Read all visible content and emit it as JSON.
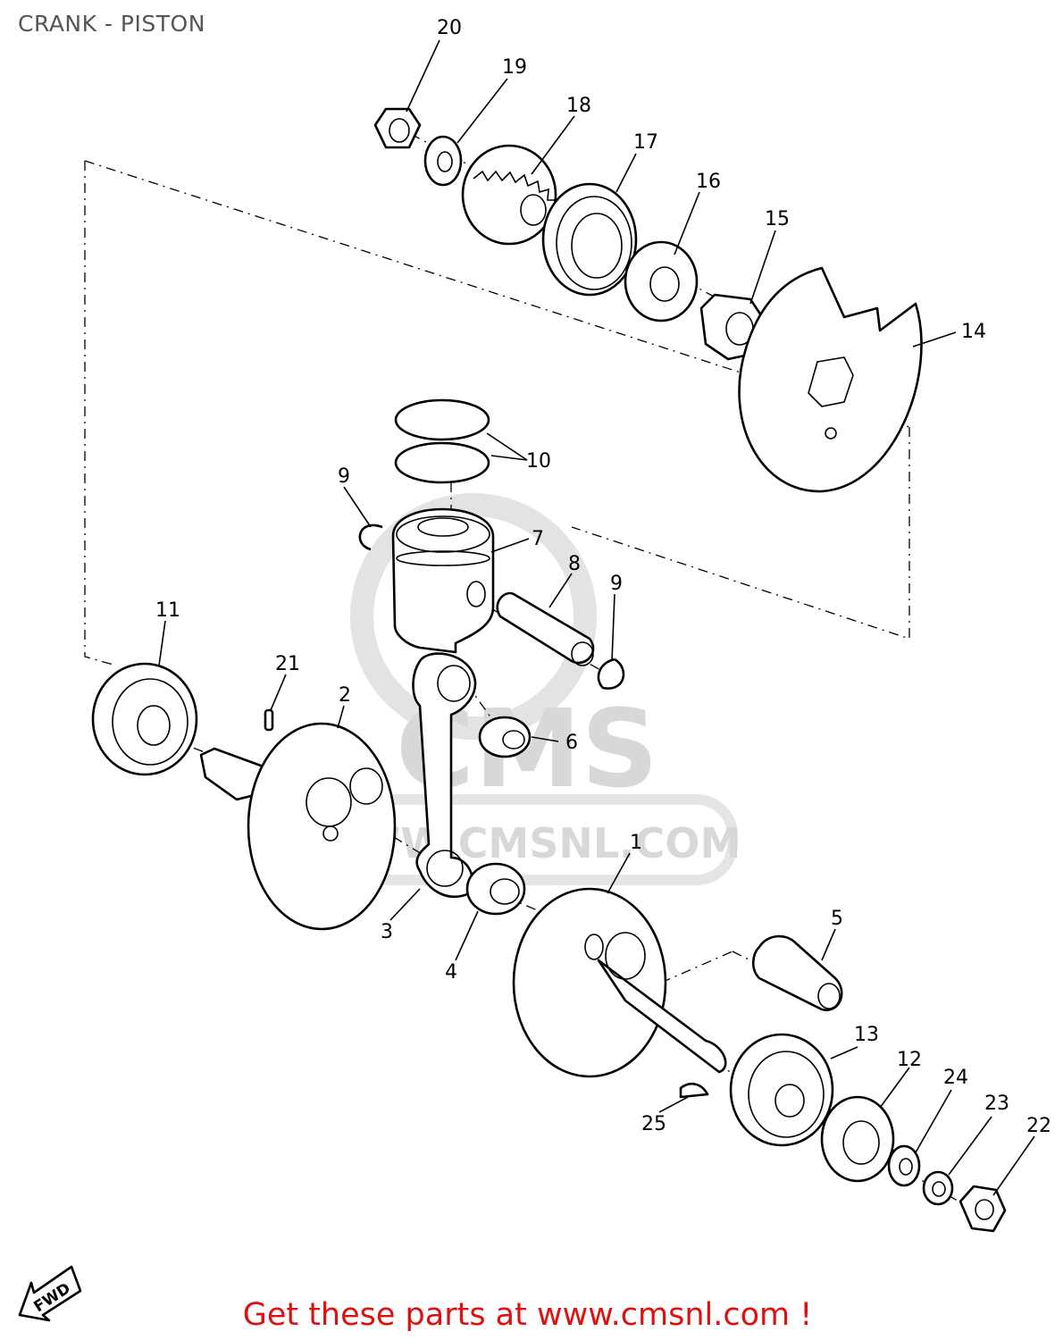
{
  "page": {
    "title": "CRANK - PISTON"
  },
  "watermark": {
    "brand": "CMS",
    "url": "WWW.CMSNL.COM"
  },
  "fwd_label": "FWD",
  "callouts": [
    "1",
    "2",
    "3",
    "4",
    "5",
    "6",
    "7",
    "8",
    "9",
    "9",
    "10",
    "11",
    "12",
    "13",
    "14",
    "15",
    "16",
    "17",
    "18",
    "19",
    "20",
    "21",
    "22",
    "23",
    "24",
    "25"
  ],
  "footer": {
    "text": "Get these parts at www.cmsnl.com !"
  },
  "colors": {
    "footer_text": "#e01010",
    "title_text": "#555555",
    "line_art": "#000000",
    "watermark": "#d4d4d4"
  }
}
